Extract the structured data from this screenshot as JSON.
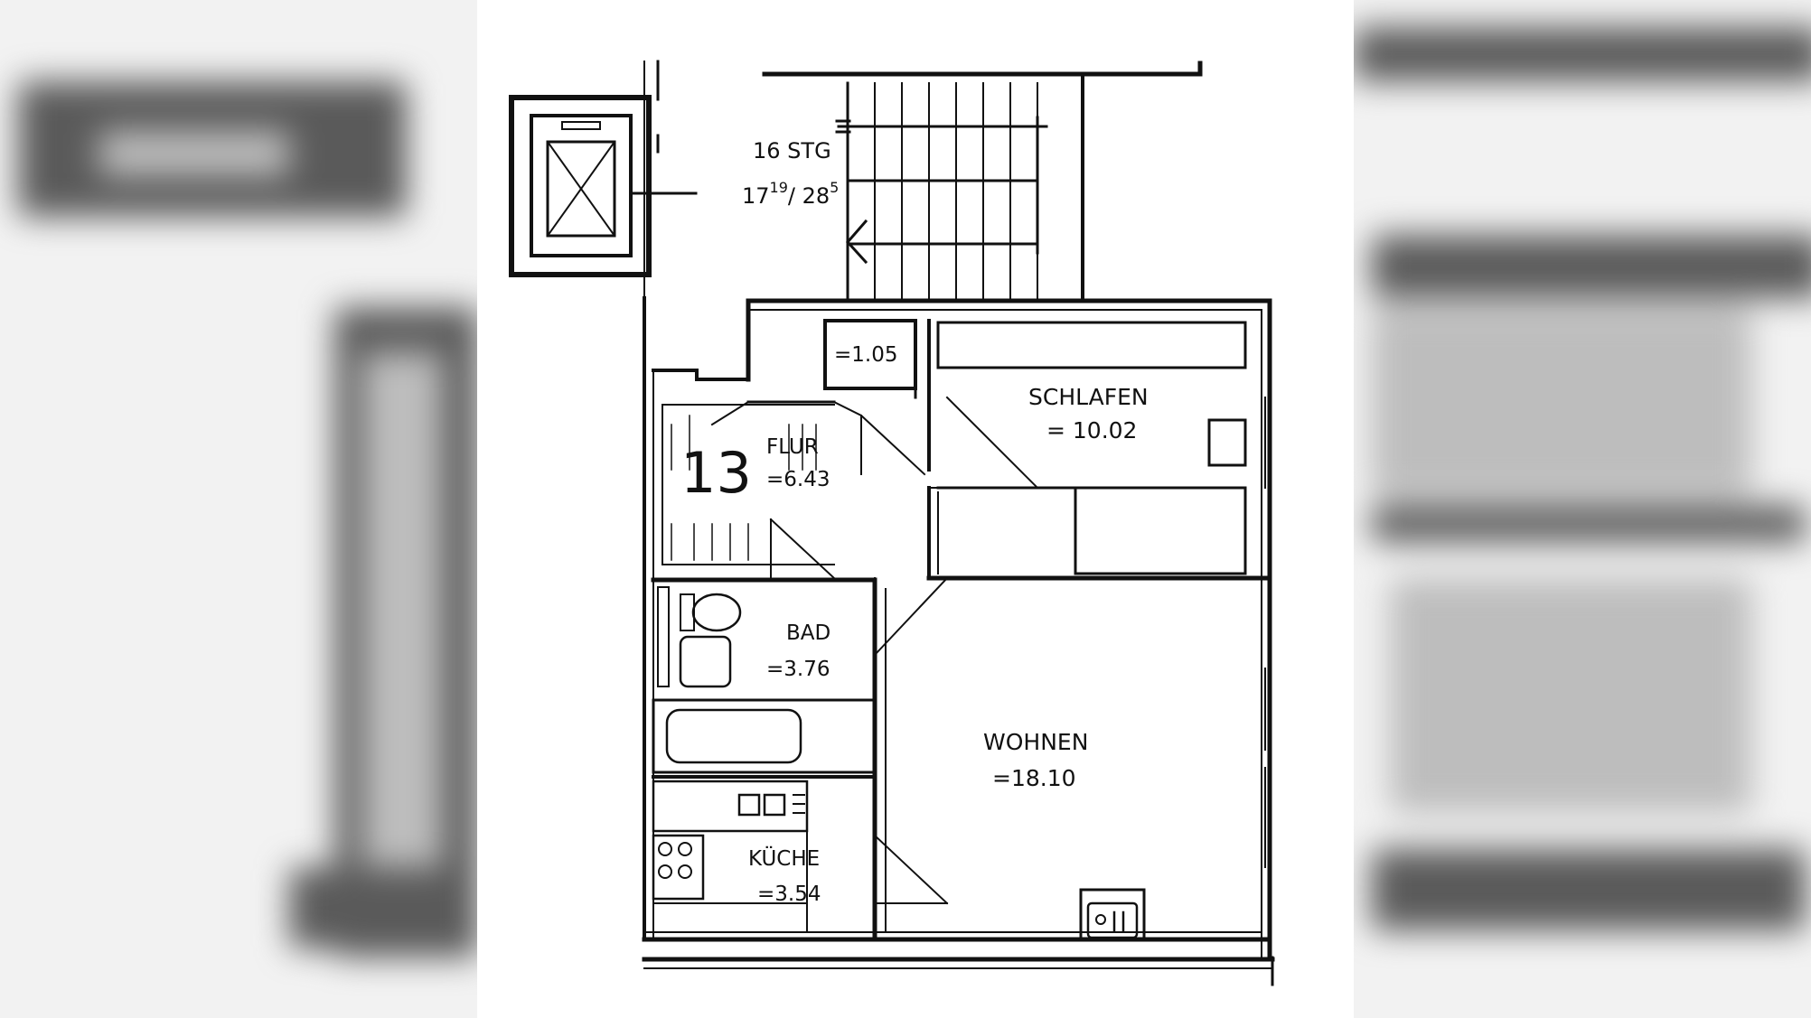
{
  "stair": {
    "label": "16 STG",
    "dim_base": "17",
    "dim_sup": "19",
    "dim_sep": "/ 28",
    "dim_sup2": "5"
  },
  "unit_number": "13",
  "rooms": {
    "abstell": {
      "area": "=1.05"
    },
    "schlafen": {
      "name": "SCHLAFEN",
      "area": "= 10.02"
    },
    "flur": {
      "name": "FLUR",
      "area": "=6.43"
    },
    "bad": {
      "name": "BAD",
      "area": "=3.76"
    },
    "wohnen": {
      "name": "WOHNEN",
      "area": "=18.10"
    },
    "kueche": {
      "name": "KÜCHE",
      "area": "=3.54"
    }
  }
}
